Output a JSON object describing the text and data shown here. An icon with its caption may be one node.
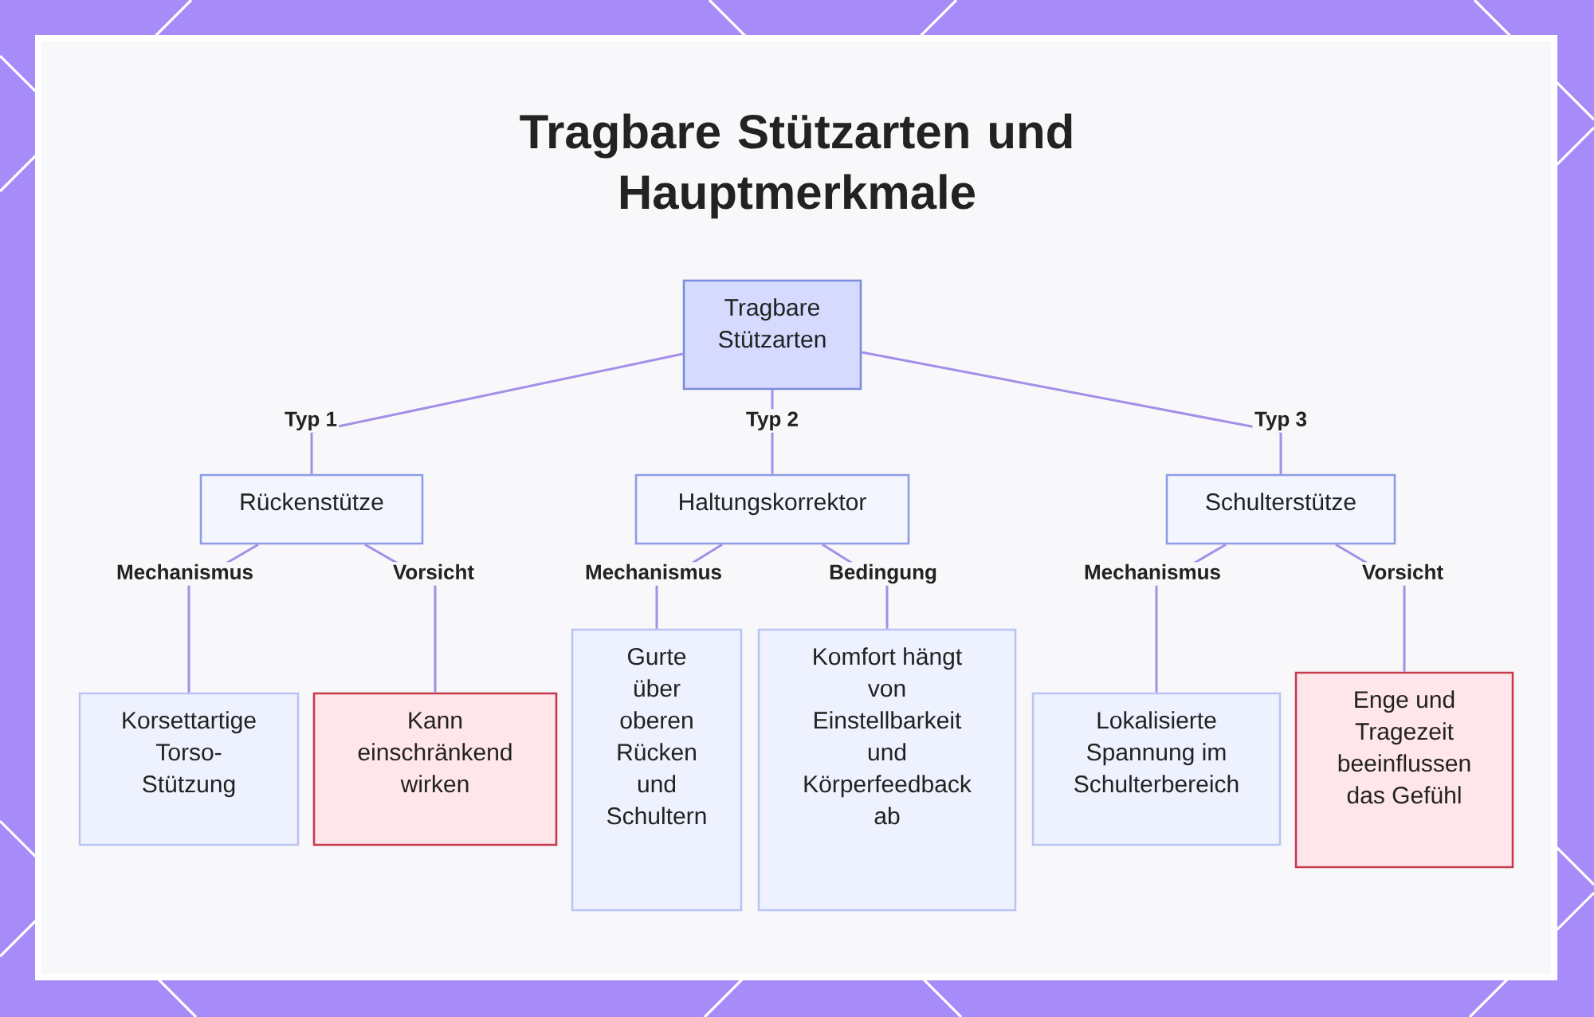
{
  "diagram": {
    "title": "Tragbare Stützarten und Hauptmerkmale",
    "nodes": [
      {
        "text": [
          "Tragbare Stützarten"
        ]
      },
      {
        "text": [
          "Rückenstütze"
        ]
      },
      {
        "text": [
          "Haltungskorrektor"
        ]
      },
      {
        "text": [
          "Schulterstütze"
        ]
      },
      {
        "text": [
          "Korsettartige Torso-Stützung"
        ]
      },
      {
        "text": [
          "Kann einschränkend wirken"
        ]
      },
      {
        "text": [
          "Gurte über oberen Rücken und Schultern"
        ]
      },
      {
        "text": [
          "Komfort hängt von Einstellbarkeit und Körperfeedback ab"
        ]
      },
      {
        "text": [
          "Lokalisierte Spannung im Schulterbereich"
        ]
      },
      {
        "text": [
          "Enge und Tragezeit beeinflussen das Gefühl"
        ]
      }
    ],
    "edges": [
      {
        "from": 0,
        "to": 1,
        "arrow": "none",
        "label": "Typ 1"
      },
      {
        "from": 0,
        "to": 2,
        "arrow": "none",
        "label": "Typ 2"
      },
      {
        "from": 0,
        "to": 3,
        "arrow": "none",
        "label": "Typ 3"
      },
      {
        "from": 1,
        "to": 4,
        "arrow": "none",
        "label": "Mechanismus"
      },
      {
        "from": 1,
        "to": 5,
        "arrow": "none",
        "label": "Vorsicht"
      },
      {
        "from": 2,
        "to": 6,
        "arrow": "none",
        "label": "Mechanismus"
      },
      {
        "from": 2,
        "to": 7,
        "arrow": "none",
        "label": "Bedingung"
      },
      {
        "from": 3,
        "to": 8,
        "arrow": "none",
        "label": "Mechanismus"
      },
      {
        "from": 3,
        "to": 9,
        "arrow": "none",
        "label": "Vorsicht"
      }
    ]
  }
}
